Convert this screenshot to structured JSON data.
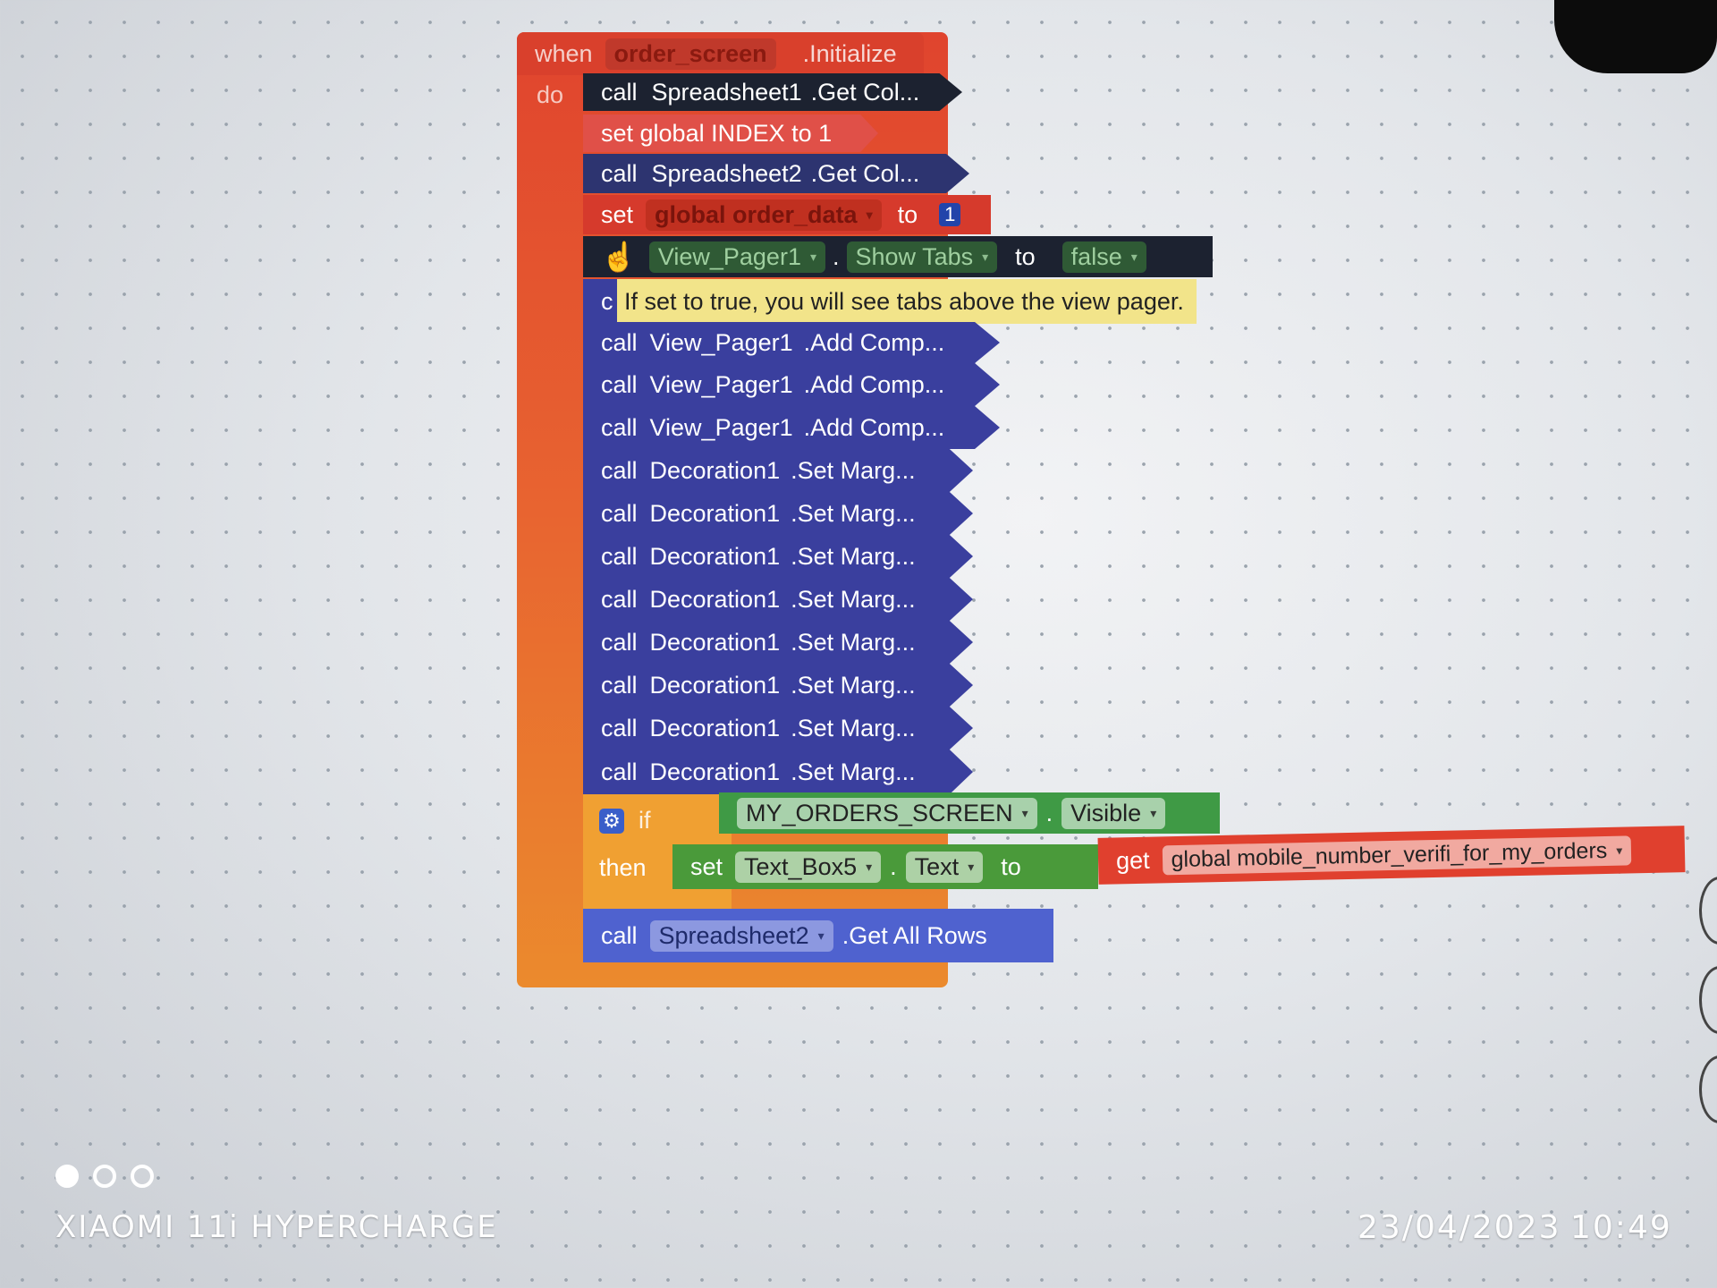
{
  "event": {
    "when": "when",
    "component": "order_screen",
    "event": ".Initialize",
    "do": "do"
  },
  "blocks": {
    "call1": {
      "kw": "call",
      "component": "Spreadsheet1",
      "method": ".Get Col..."
    },
    "set_index": {
      "text": "set global INDEX to 1"
    },
    "call2": {
      "kw": "call",
      "component": "Spreadsheet2",
      "method": ".Get Col..."
    },
    "set_order": {
      "kw": "set",
      "var": "global order_data",
      "to": "to",
      "value": "1"
    },
    "set_tabs": {
      "component": "View_Pager1",
      "prop": "Show Tabs",
      "to": "to",
      "value": "false"
    },
    "tooltip_text": "If set to true, you will see tabs above the view pager.",
    "partial_kw": "c",
    "call_vp": [
      {
        "kw": "call",
        "component": "View_Pager1",
        "method": ".Add Comp..."
      },
      {
        "kw": "call",
        "component": "View_Pager1",
        "method": ".Add Comp..."
      },
      {
        "kw": "call",
        "component": "View_Pager1",
        "method": ".Add Comp..."
      }
    ],
    "call_dec": [
      {
        "kw": "call",
        "component": "Decoration1",
        "method": ".Set Marg..."
      },
      {
        "kw": "call",
        "component": "Decoration1",
        "method": ".Set Marg..."
      },
      {
        "kw": "call",
        "component": "Decoration1",
        "method": ".Set Marg..."
      },
      {
        "kw": "call",
        "component": "Decoration1",
        "method": ".Set Marg..."
      },
      {
        "kw": "call",
        "component": "Decoration1",
        "method": ".Set Marg..."
      },
      {
        "kw": "call",
        "component": "Decoration1",
        "method": ".Set Marg..."
      },
      {
        "kw": "call",
        "component": "Decoration1",
        "method": ".Set Marg..."
      },
      {
        "kw": "call",
        "component": "Decoration1",
        "method": ".Set Marg..."
      }
    ],
    "if_block": {
      "if": "if",
      "then": "then",
      "component": "MY_ORDERS_SCREEN",
      "prop": "Visible",
      "set_kw": "set",
      "set_component": "Text_Box5",
      "set_prop": "Text",
      "to": "to",
      "get_kw": "get",
      "get_var": "global mobile_number_verifi_for_my_orders"
    },
    "call_last": {
      "kw": "call",
      "component": "Spreadsheet2",
      "method": ".Get All Rows"
    }
  },
  "watermark": {
    "brand": "XIAOMI 11i HYPERCHARGE",
    "date": "23/04/2023",
    "time": "10:49"
  },
  "colors": {
    "event": "#e0442e",
    "call": "#3a3f9e",
    "variable": "#d63a2c",
    "logic": "#3f9a45",
    "tooltip": "#f2e48a"
  }
}
